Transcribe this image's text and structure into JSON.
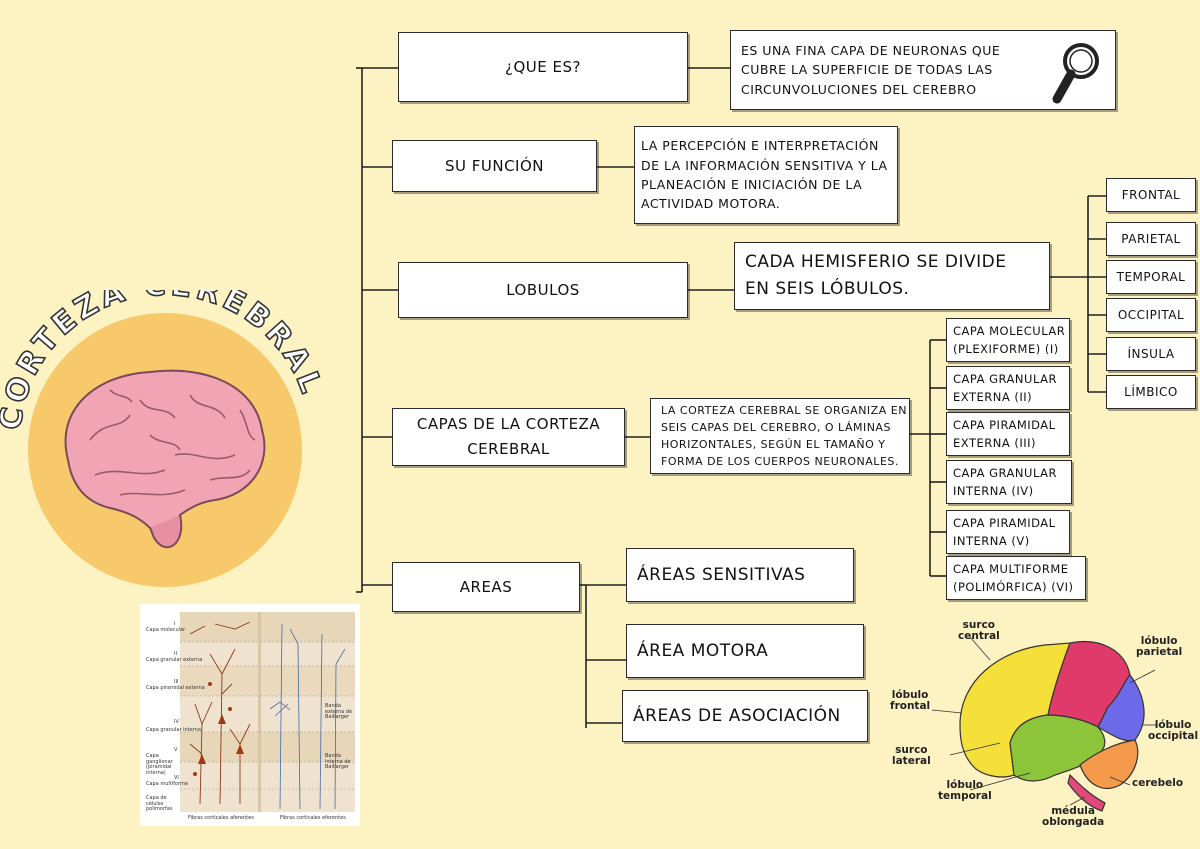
{
  "title": "CORTEZA CEREBRAL",
  "branches": {
    "que_es": {
      "label": "¿QUE ES?",
      "desc": "ES UNA FINA CAPA DE NEURONAS QUE\nCUBRE LA SUPERFICIE DE TODAS LAS\nCIRCUNVOLUCIONES DEL CEREBRO"
    },
    "funcion": {
      "label": "SU FUNCIÓN",
      "desc": " LA PERCEPCIÓN E INTERPRETACIÓN\nDE LA INFORMACIÓN SENSITIVA Y LA\nPLANEACIÓN E INICIACIÓN DE LA\nACTIVIDAD MOTORA."
    },
    "lobulos": {
      "label": "LOBULOS",
      "desc": "CADA HEMISFERIO SE DIVIDE\nEN SEIS LÓBULOS.",
      "items": [
        "FRONTAL",
        "PARIETAL",
        "TEMPORAL",
        "OCCIPITAL",
        "ÍNSULA",
        "LÍMBICO"
      ]
    },
    "capas": {
      "label": "CAPAS DE LA CORTEZA\nCEREBRAL",
      "desc": "LA CORTEZA CEREBRAL SE ORGANIZA EN\nSEIS CAPAS DEL CEREBRO, O LÁMINAS\nHORIZONTALES, SEGÚN EL TAMAÑO Y\nFORMA DE LOS CUERPOS NEURONALES.",
      "items": [
        "CAPA MOLECULAR\n(PLEXIFORME) (I)",
        "CAPA GRANULAR\nEXTERNA (II)",
        "CAPA PIRAMIDAL\nEXTERNA (III)",
        "CAPA GRANULAR\nINTERNA (IV)",
        "CAPA PIRAMIDAL\nINTERNA (V)",
        "CAPA MULTIFORME\n(POLIMÓRFICA) (VI)"
      ]
    },
    "areas": {
      "label": "AREAS",
      "items": [
        "ÁREAS SENSITIVAS",
        "ÁREA MOTORA",
        "ÁREAS DE ASOCIACIÓN"
      ]
    }
  },
  "brain_diagram": {
    "labels": {
      "surco_central": "surco\ncentral",
      "lobulo_parietal": "lóbulo\nparietal",
      "lobulo_frontal": "lóbulo\nfrontal",
      "lobulo_occipital": "lóbulo\noccipital",
      "surco_lateral": "surco\nlateral",
      "lobulo_temporal": "lóbulo\ntemporal",
      "cerebelo": "cerebelo",
      "medula": "médula\noblongada"
    },
    "colors": {
      "frontal": "#f5e03a",
      "parietal": "#e03a6a",
      "occipital": "#6c6ae8",
      "temporal": "#8cc43a",
      "cerebelo": "#f59a4a",
      "medula": "#e04a7a"
    }
  },
  "histology": {
    "layer_labels": [
      "I",
      "II",
      "III",
      "IV",
      "V",
      "VI"
    ],
    "small_labels": [
      "Capa molecular",
      "Capa granular externa",
      "Capa piramidal externa",
      "Capa granular interna",
      "Capa ganglionar (piramidal interna)",
      "Capa multiforme",
      "Capa de células polimorfas",
      "Banda externa de Baillarger",
      "Banda interna de Baillarger",
      "Fibras corticales aferentes",
      "Fibras corticales eferentes"
    ]
  }
}
